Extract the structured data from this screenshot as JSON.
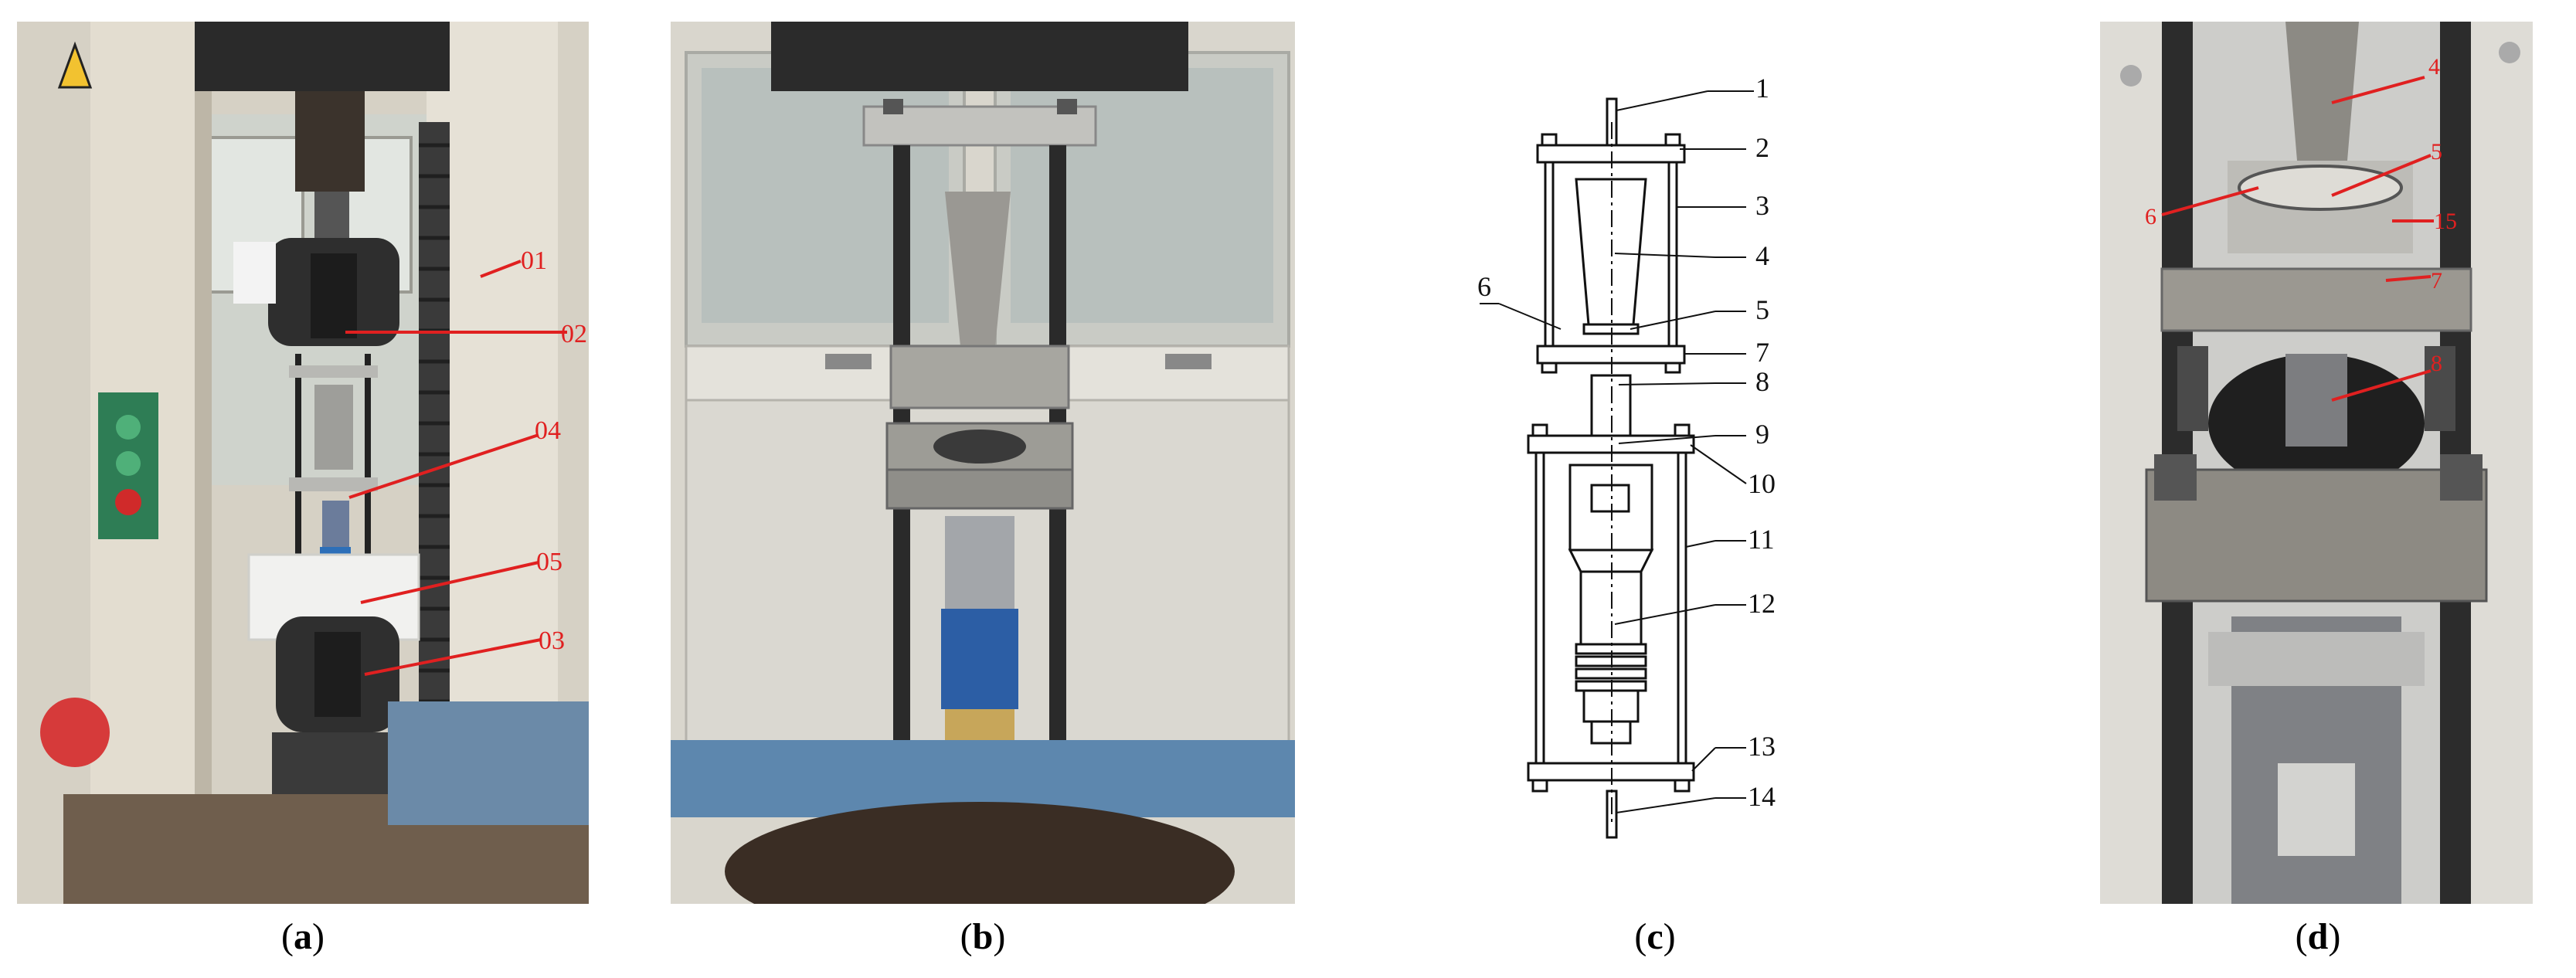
{
  "captions": [
    "a",
    "b",
    "c",
    "d"
  ],
  "panel_a": {
    "labels": [
      "01",
      "02",
      "04",
      "05",
      "03"
    ]
  },
  "panel_c": {
    "labels": [
      "1",
      "2",
      "3",
      "4",
      "5",
      "6",
      "7",
      "8",
      "9",
      "10",
      "11",
      "12",
      "13",
      "14"
    ]
  },
  "panel_d": {
    "labels": [
      "4",
      "5",
      "6",
      "15",
      "7",
      "8"
    ]
  },
  "colors": {
    "callout_red": "#e02020",
    "drawing_line": "#111111"
  }
}
